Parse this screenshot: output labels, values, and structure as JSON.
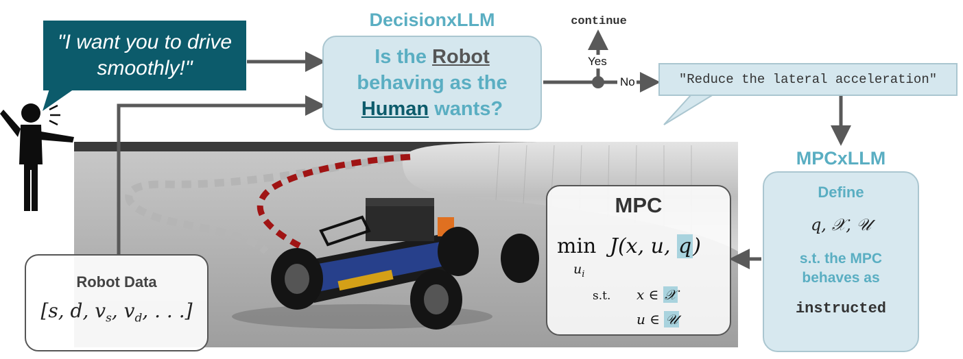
{
  "human_speech": {
    "line1": "\"I want you to drive",
    "line2": "smoothly!\""
  },
  "decision": {
    "title": "DecisionxLLM",
    "q_part1": "Is the",
    "q_robot": "Robot",
    "q_part2": "behaving as the",
    "q_human": "Human",
    "q_part3": "wants?"
  },
  "branch": {
    "continue_label": "continue",
    "yes_label": "Yes",
    "no_label": "No"
  },
  "instruction": "\"Reduce the lateral acceleration\"",
  "mpcxllm": {
    "title": "MPCxLLM",
    "define": "Define",
    "vars": "q, 𝒳, 𝒰",
    "st_line1": "s.t. the MPC",
    "st_line2": "behaves as",
    "instructed": "instructed"
  },
  "mpc": {
    "title": "MPC",
    "min_word": "min",
    "min_sub": "u",
    "min_sub_index": "i",
    "objective_prefix": "J(x, u, ",
    "objective_q": "q",
    "objective_suffix": ")",
    "st_label": "s.t.",
    "c1_prefix": "x ∈ ",
    "c1_set": "𝒳",
    "c2_prefix": "u ∈ ",
    "c2_set": "𝒰"
  },
  "robot_data": {
    "title": "Robot Data",
    "vector": "[s, d, v",
    "vs_sub": "s",
    "mid": ", v",
    "vd_sub": "d",
    "tail": ", . . .]"
  },
  "colors": {
    "dark_teal": "#0c5b6b",
    "light_teal": "#5aaec2",
    "box_fill": "#d5e7ee",
    "arrow_gray": "#595959",
    "trajectory_red": "#a01414",
    "trajectory_gray": "#b5b5b5"
  }
}
